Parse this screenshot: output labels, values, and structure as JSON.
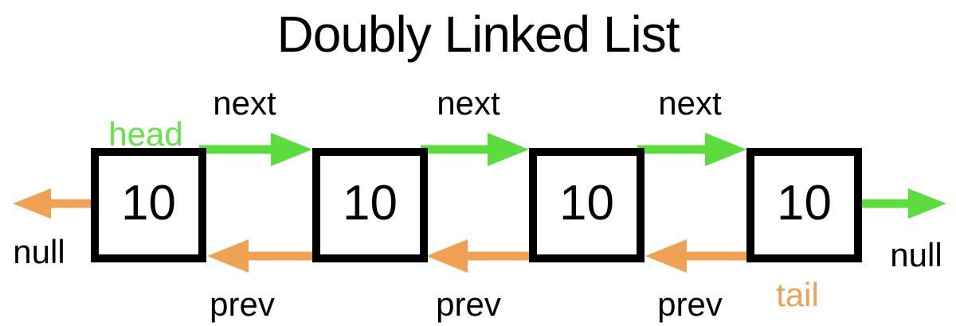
{
  "diagram": {
    "title": "Doubly Linked List"
  },
  "nodes": [
    {
      "value": "10"
    },
    {
      "value": "10"
    },
    {
      "value": "10"
    },
    {
      "value": "10"
    }
  ],
  "labels": {
    "head": "head",
    "tail": "tail",
    "null_left": "null",
    "null_right": "null",
    "next": [
      "next",
      "next",
      "next"
    ],
    "prev": [
      "prev",
      "prev",
      "prev"
    ]
  },
  "colors": {
    "next_arrow": "#5cdc3e",
    "prev_arrow": "#f0a254",
    "head_label": "#63e545",
    "tail_label": "#f0a254",
    "text": "#000000",
    "node_border": "#000000",
    "background": "#ffffff"
  }
}
